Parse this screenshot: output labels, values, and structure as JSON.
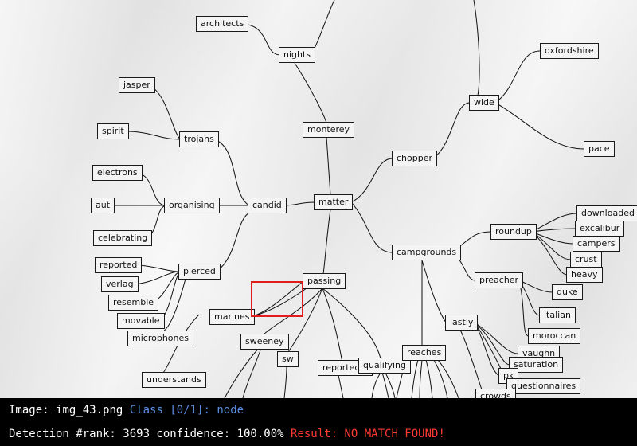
{
  "diagram": {
    "nodes": {
      "architects": "architects",
      "nights": "nights",
      "jasper": "jasper",
      "spirit": "spirit",
      "trojans": "trojans",
      "electrons": "electrons",
      "aut": "aut",
      "organising": "organising",
      "candid": "candid",
      "celebrating": "celebrating",
      "monterey": "monterey",
      "matter": "matter",
      "chopper": "chopper",
      "wide": "wide",
      "oxfordshire": "oxfordshire",
      "pace": "pace",
      "reported": "reported",
      "verlag": "verlag",
      "pierced": "pierced",
      "resemble": "resemble",
      "movable": "movable",
      "microphones": "microphones",
      "marines": "marines",
      "passing": "passing",
      "sweeney": "sweeney",
      "sw": "sw",
      "understands": "understands",
      "reportedly": "reportedly",
      "qualifying": "qualifying",
      "reaches": "reaches",
      "campgrounds": "campgrounds",
      "lastly": "lastly",
      "roundup": "roundup",
      "downloaded": "downloaded",
      "excalibur": "excalibur",
      "campers": "campers",
      "crust": "crust",
      "heavy": "heavy",
      "preacher": "preacher",
      "duke": "duke",
      "italian": "italian",
      "moroccan": "moroccan",
      "vaughn": "vaughn",
      "saturation": "saturation",
      "pk": "pk",
      "questionnaires": "questionnaires",
      "crowds": "crowds"
    }
  },
  "status": {
    "image_label": "Image:",
    "image_name": "img_43.png",
    "class_text": "Class [0/1]:",
    "class_name": "node",
    "detection_text": "Detection #rank: 3693 confidence: 100.00%",
    "result_text": "Result: NO MATCH FOUND!"
  },
  "colors": {
    "highlight": "#e01c1c",
    "status_bg": "#000000",
    "class_blue": "#5b8de0",
    "result_red": "#ff3b30"
  }
}
